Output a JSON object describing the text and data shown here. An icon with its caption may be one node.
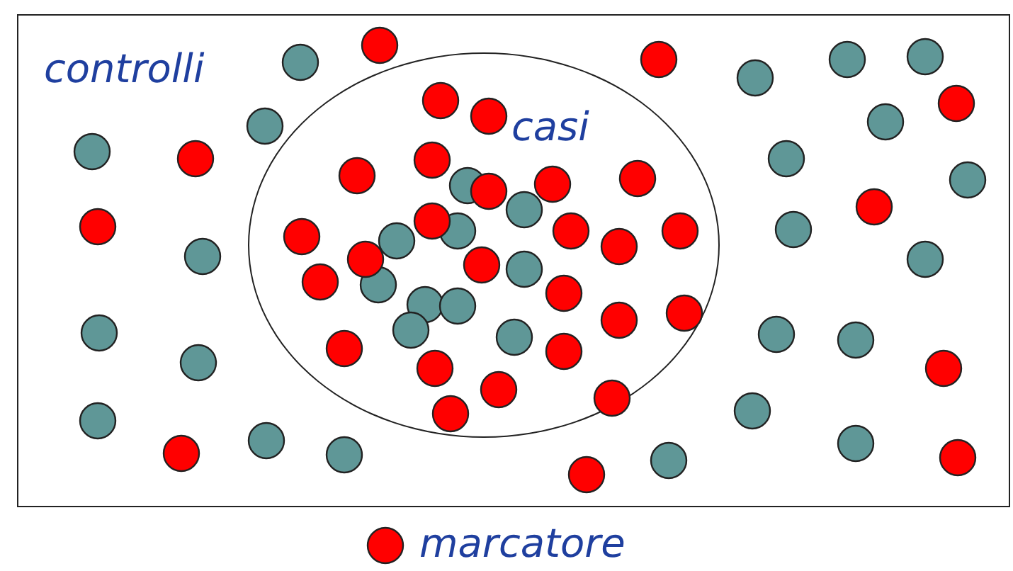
{
  "diagram": {
    "nodes": [
      {
        "text": [
          "controlli"
        ]
      },
      {
        "text": [
          "casi"
        ],
        "in": 0
      }
    ],
    "edges": [],
    "legend": [
      {
        "text": "marcatore",
        "color": "#ff0000"
      }
    ]
  }
}
